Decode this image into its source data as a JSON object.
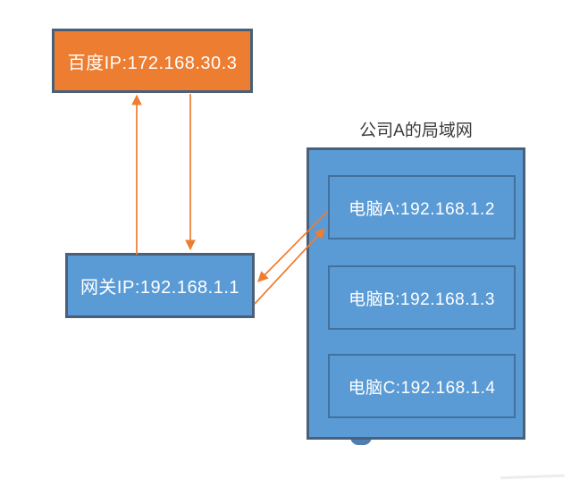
{
  "diagram": {
    "nodes": {
      "baidu": {
        "label": "百度IP:172.168.30.3",
        "shape": "rectangle",
        "fill": "orange"
      },
      "gateway": {
        "label": "网关IP:192.168.1.1",
        "shape": "rectangle",
        "fill": "blue"
      }
    },
    "lan": {
      "title": "公司A的局域网",
      "computers": [
        {
          "label": "电脑A:192.168.1.2"
        },
        {
          "label": "电脑B:192.168.1.3"
        },
        {
          "label": "电脑C:192.168.1.4"
        }
      ]
    },
    "connections": [
      {
        "from": "gateway",
        "to": "baidu",
        "style": "straight-up-arrow"
      },
      {
        "from": "baidu",
        "to": "gateway",
        "style": "straight-down-arrow"
      },
      {
        "from": "computer-a",
        "to": "gateway",
        "style": "diagonal-arrow"
      },
      {
        "from": "gateway",
        "to": "computer-a",
        "style": "diagonal-arrow"
      }
    ],
    "colors": {
      "node-orange": "#ED7D31",
      "node-blue": "#5B9BD5",
      "outer-border": "#4A6078",
      "inner-border": "#41719C",
      "arrow": "#ED7D31",
      "node-text": "#FFFFFF",
      "title-text": "#3A3A3A"
    }
  }
}
